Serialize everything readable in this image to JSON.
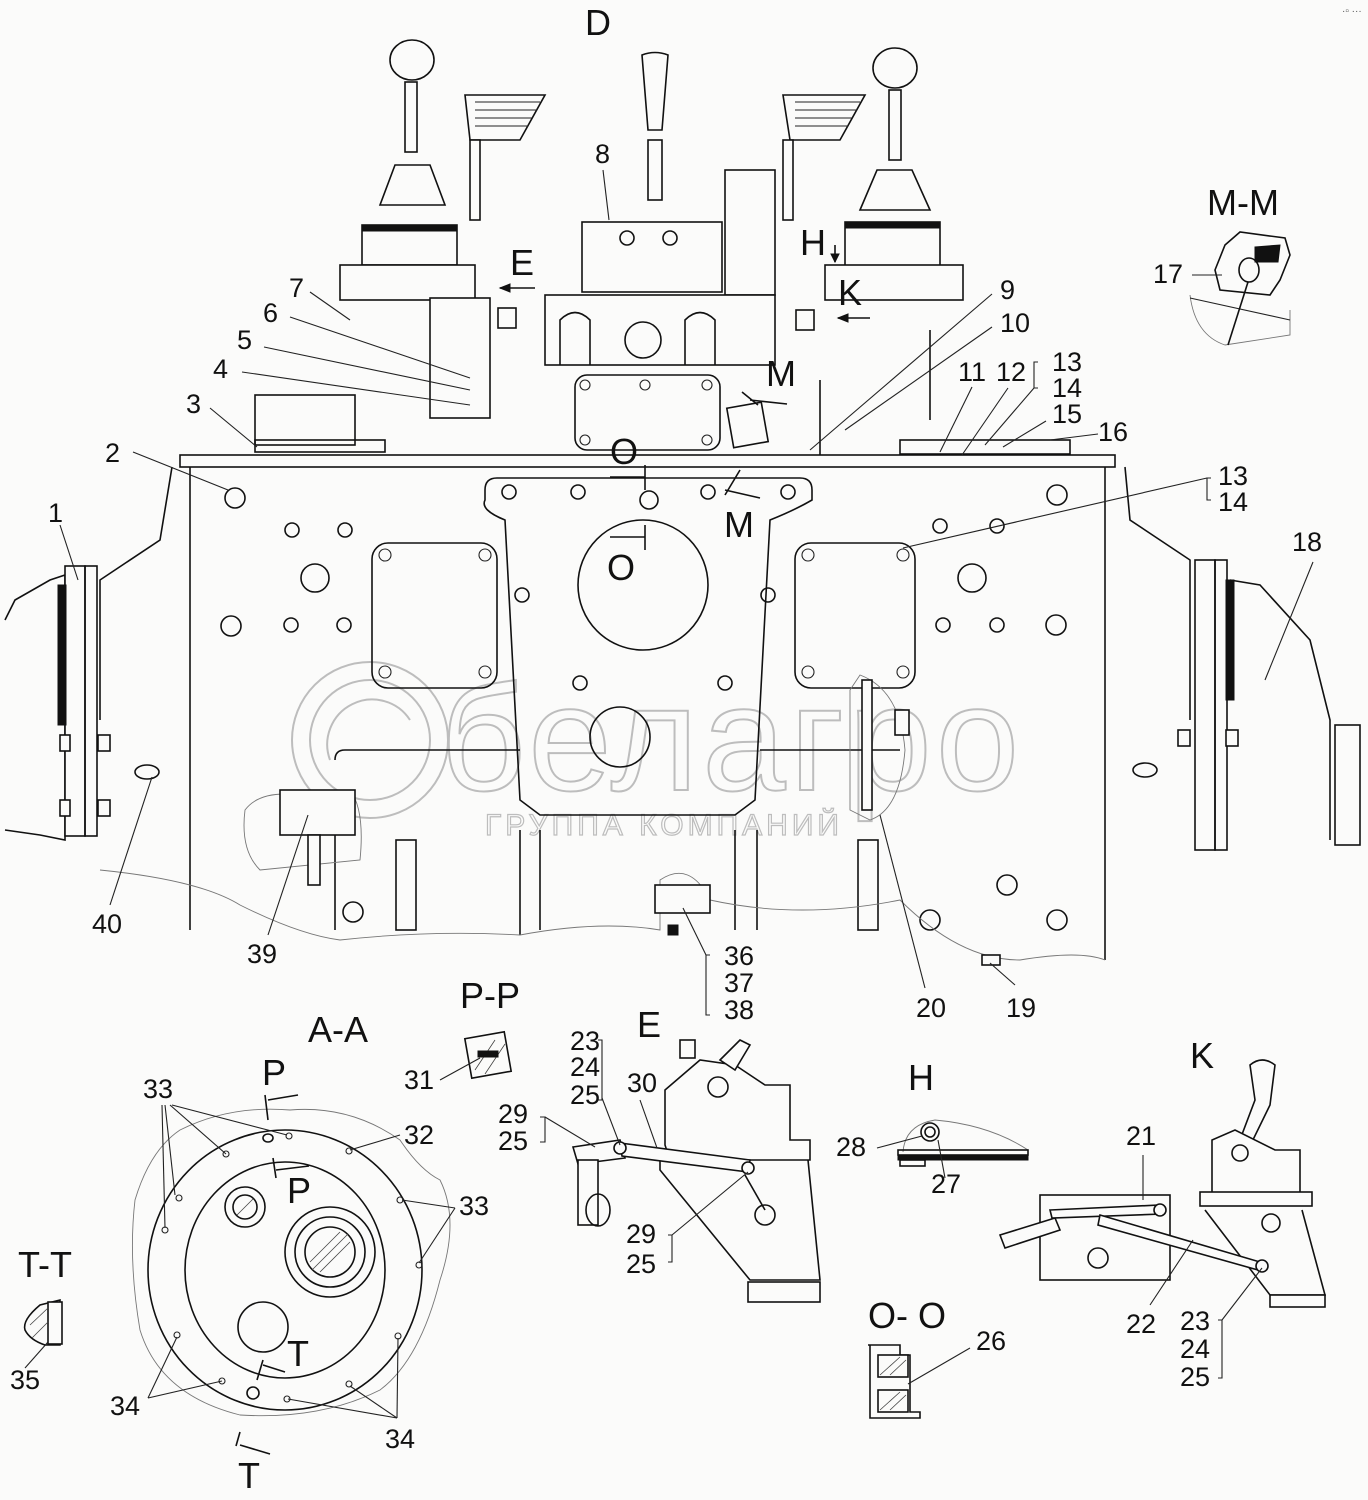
{
  "diagram": {
    "type": "assembly parts diagram",
    "main_view": "D",
    "views": {
      "main": "D",
      "arrow_E": "E",
      "arrow_H": "H",
      "arrow_K": "K",
      "arrow_M_top": "M",
      "arrow_M_bottom": "M",
      "arrow_O_top": "O",
      "arrow_O_bottom": "O",
      "section_MM": "M-M",
      "section_PP": "P-P",
      "section_AA": "A-A",
      "section_TT": "T-T",
      "section_OO": "O- O",
      "view_E": "E",
      "view_H": "H",
      "view_K": "K",
      "aa_P_top": "P",
      "aa_P_inner": "P",
      "aa_T_inner": "T",
      "aa_T_bottom": "T"
    },
    "callouts": {
      "c1": "1",
      "c2": "2",
      "c3": "3",
      "c4": "4",
      "c5": "5",
      "c6": "6",
      "c7": "7",
      "c8": "8",
      "c9": "9",
      "c10": "10",
      "c11": "11",
      "c12": "12",
      "c13a": "13",
      "c14a": "14",
      "c15": "15",
      "c16": "16",
      "c13b": "13",
      "c14b": "14",
      "c17": "17",
      "c18": "18",
      "c19": "19",
      "c20": "20",
      "c21": "21",
      "c22": "22",
      "c23k": "23",
      "c24k": "24",
      "c25k": "25",
      "c23e": "23",
      "c24e": "24",
      "c25e": "25",
      "c29e1": "29",
      "c25e1": "25",
      "c30": "30",
      "c29e2": "29",
      "c25e2": "25",
      "c26": "26",
      "c27": "27",
      "c28": "28",
      "c31": "31",
      "c32": "32",
      "c33a": "33",
      "c33b": "33",
      "c34a": "34",
      "c34b": "34",
      "c35": "35",
      "c36": "36",
      "c37": "37",
      "c38": "38",
      "c39": "39",
      "c40": "40"
    },
    "watermark": {
      "brand": "белагро",
      "subtitle": "ГРУППА КОМПАНИЙ"
    },
    "window_controls": "·▫ ···"
  }
}
